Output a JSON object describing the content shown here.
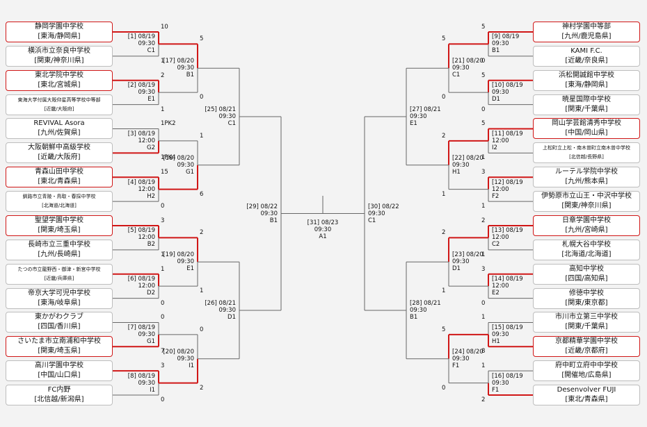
{
  "teams_left": [
    {
      "name": "静岡学園中学校",
      "region": "[東海/静岡県]",
      "winner": true
    },
    {
      "name": "横浜市立奈良中学校",
      "region": "[関東/神奈川県]",
      "winner": false
    },
    {
      "name": "東北学院中学校",
      "region": "[東北/宮城県]",
      "winner": true
    },
    {
      "name": "東海大学付属大阪仰星高等学校中等部",
      "region": "[近畿/大阪府]",
      "winner": false,
      "small": true
    },
    {
      "name": "REVIVAL Asora",
      "region": "[九州/佐賀県]",
      "winner": false
    },
    {
      "name": "大阪朝鮮中高級学校",
      "region": "[近畿/大阪府]",
      "winner": false
    },
    {
      "name": "青森山田中学校",
      "region": "[東北/青森県]",
      "winner": true
    },
    {
      "name": "釧路市立青陵・鳥取・春採中学校",
      "region": "[北海道/北海道]",
      "winner": false,
      "small": true
    },
    {
      "name": "聖望学園中学校",
      "region": "[関東/埼玉県]",
      "winner": true
    },
    {
      "name": "長崎市立三重中学校",
      "region": "[九州/長崎県]",
      "winner": false
    },
    {
      "name": "たつの市立龍野西・御津・新宮中学校",
      "region": "[近畿/兵庫県]",
      "winner": false,
      "small": true
    },
    {
      "name": "帝京大学可児中学校",
      "region": "[東海/岐阜県]",
      "winner": false
    },
    {
      "name": "東かがわクラブ",
      "region": "[四国/香川県]",
      "winner": false
    },
    {
      "name": "さいたま市立南浦和中学校",
      "region": "[関東/埼玉県]",
      "winner": true
    },
    {
      "name": "高川学園中学校",
      "region": "[中国/山口県]",
      "winner": false
    },
    {
      "name": "FC内野",
      "region": "[北信越/新潟県]",
      "winner": false
    }
  ],
  "teams_right": [
    {
      "name": "神村学園中等部",
      "region": "[九州/鹿児島県]",
      "winner": true
    },
    {
      "name": "KAMI F.C.",
      "region": "[近畿/奈良県]",
      "winner": false
    },
    {
      "name": "浜松開誠館中学校",
      "region": "[東海/静岡県]",
      "winner": false
    },
    {
      "name": "暁星国際中学校",
      "region": "[関東/千葉県]",
      "winner": false
    },
    {
      "name": "岡山学芸館清秀中学校",
      "region": "[中国/岡山県]",
      "winner": true
    },
    {
      "name": "上松町立上松・南木曽町立南木曽中学校",
      "region": "[北信越/長野県]",
      "winner": false,
      "small": true
    },
    {
      "name": "ルーテル学院中学校",
      "region": "[九州/熊本県]",
      "winner": false
    },
    {
      "name": "伊勢原市立山王・中沢中学校",
      "region": "[関東/神奈川県]",
      "winner": false
    },
    {
      "name": "日章学園中学校",
      "region": "[九州/宮崎県]",
      "winner": true
    },
    {
      "name": "札幌大谷中学校",
      "region": "[北海道/北海道]",
      "winner": false
    },
    {
      "name": "高知中学校",
      "region": "[四国/高知県]",
      "winner": false
    },
    {
      "name": "修徳中学校",
      "region": "[関東/東京都]",
      "winner": false
    },
    {
      "name": "市川市立第三中学校",
      "region": "[関東/千葉県]",
      "winner": false
    },
    {
      "name": "京都精華学園中学校",
      "region": "[近畿/京都府]",
      "winner": true
    },
    {
      "name": "府中町立府中中学校",
      "region": "[開催地/広島県]",
      "winner": false
    },
    {
      "name": "Desenvolver FUJI",
      "region": "[東北/青森県]",
      "winner": false
    }
  ],
  "r1_left": [
    {
      "l1": "[1] 08/19",
      "l2": "09:30",
      "l3": "C1",
      "a": "10",
      "b": "1",
      "win": "a"
    },
    {
      "l1": "[2] 08/19",
      "l2": "09:30",
      "l3": "E1",
      "a": "2",
      "b": "1",
      "win": "a"
    },
    {
      "l1": "[3] 08/19",
      "l2": "12:00",
      "l3": "G2",
      "a": "1PK2",
      "b": "1PK4",
      "win": "b"
    },
    {
      "l1": "[4] 08/19",
      "l2": "12:00",
      "l3": "H2",
      "a": "15",
      "b": "0",
      "win": "a"
    },
    {
      "l1": "[5] 08/19",
      "l2": "12:00",
      "l3": "B2",
      "a": "3",
      "b": "1",
      "win": "a"
    },
    {
      "l1": "[6] 08/19",
      "l2": "12:00",
      "l3": "D2",
      "a": "1",
      "b": "0",
      "win": "a"
    },
    {
      "l1": "[7] 08/19",
      "l2": "09:30",
      "l3": "G1",
      "a": "0",
      "b": "7",
      "win": "b"
    },
    {
      "l1": "[8] 08/19",
      "l2": "09:30",
      "l3": "I1",
      "a": "3",
      "b": "0",
      "win": "a"
    }
  ],
  "r1_right": [
    {
      "l1": "[9] 08/19",
      "l2": "09:30",
      "l3": "B1",
      "a": "5",
      "b": "0",
      "win": "a"
    },
    {
      "l1": "[10] 08/19",
      "l2": "09:30",
      "l3": "D1",
      "a": "5",
      "b": "0",
      "win": "a"
    },
    {
      "l1": "[11] 08/19",
      "l2": "12:00",
      "l3": "I2",
      "a": "5",
      "b": "1",
      "win": "a"
    },
    {
      "l1": "[12] 08/19",
      "l2": "12:00",
      "l3": "F2",
      "a": "3",
      "b": "1",
      "win": "a"
    },
    {
      "l1": "[13] 08/19",
      "l2": "12:00",
      "l3": "C2",
      "a": "2",
      "b": "1",
      "win": "a"
    },
    {
      "l1": "[14] 08/19",
      "l2": "12:00",
      "l3": "E2",
      "a": "3",
      "b": "0",
      "win": "a"
    },
    {
      "l1": "[15] 08/19",
      "l2": "09:30",
      "l3": "H1",
      "a": "1",
      "b": "8",
      "win": "b"
    },
    {
      "l1": "[16] 08/19",
      "l2": "09:30",
      "l3": "F1",
      "a": "1",
      "b": "2",
      "win": "b"
    }
  ],
  "r2_left": [
    {
      "l1": "[17] 08/20",
      "l2": "09:30",
      "l3": "B1",
      "a": "5",
      "b": "0",
      "win": "a"
    },
    {
      "l1": "[18] 08/20",
      "l2": "09:30",
      "l3": "G1",
      "a": "1",
      "b": "6",
      "win": "b"
    },
    {
      "l1": "[19] 08/20",
      "l2": "09:30",
      "l3": "E1",
      "a": "2",
      "b": "1",
      "win": "a"
    },
    {
      "l1": "[20] 08/20",
      "l2": "09:30",
      "l3": "I1",
      "a": "0",
      "b": "2",
      "win": "b"
    }
  ],
  "r2_right": [
    {
      "l1": "[21] 08/20",
      "l2": "09:30",
      "l3": "C1",
      "a": "5",
      "b": "0",
      "win": "a"
    },
    {
      "l1": "[22] 08/20",
      "l2": "09:30",
      "l3": "H1",
      "a": "2",
      "b": "1",
      "win": "a"
    },
    {
      "l1": "[23] 08/20",
      "l2": "09:30",
      "l3": "D1",
      "a": "2",
      "b": "1",
      "win": "a"
    },
    {
      "l1": "[24] 08/20",
      "l2": "09:30",
      "l3": "F1",
      "a": "5",
      "b": "0",
      "win": "a"
    }
  ],
  "r3_left": [
    {
      "l1": "[25] 08/21",
      "l2": "09:30",
      "l3": "C1"
    },
    {
      "l1": "[26] 08/21",
      "l2": "09:30",
      "l3": "D1"
    }
  ],
  "r3_right": [
    {
      "l1": "[27] 08/21",
      "l2": "09:30",
      "l3": "E1"
    },
    {
      "l1": "[28] 08/21",
      "l2": "09:30",
      "l3": "B1"
    }
  ],
  "sf_left": {
    "l1": "[29] 08/22",
    "l2": "09:30",
    "l3": "B1"
  },
  "sf_right": {
    "l1": "[30] 08/22",
    "l2": "09:30",
    "l3": "C1"
  },
  "final": {
    "l1": "[31] 08/23",
    "l2": "09:30",
    "l3": "A1"
  },
  "colors": {
    "win_line": "#d01616",
    "line": "#666666",
    "win_border": "#d01616",
    "border": "#bdbdbd"
  }
}
